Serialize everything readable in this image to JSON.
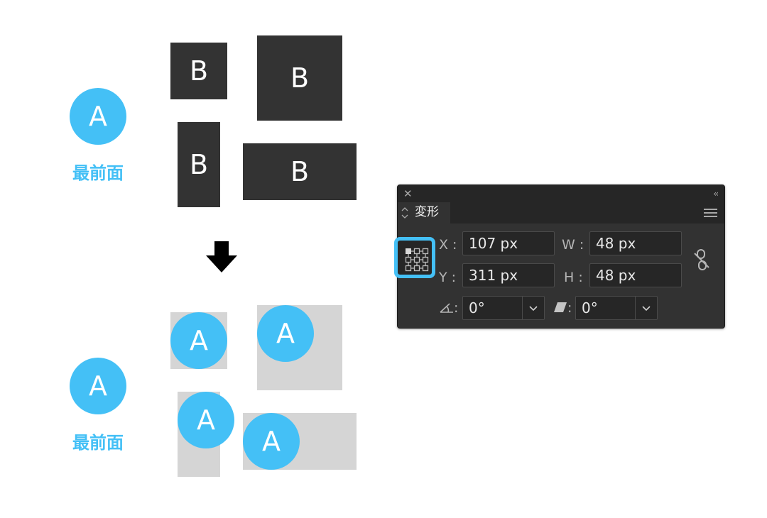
{
  "figure": {
    "circle_letter": "A",
    "box_letter": "B",
    "front_label": "最前面",
    "arrow_icon": "down-arrow-icon"
  },
  "panel": {
    "close_glyph": "✕",
    "collapse_glyph": "‹‹",
    "tab_title": "変形",
    "x_label": "X :",
    "x_value": "107 px",
    "y_label": "Y :",
    "y_value": "311 px",
    "w_label": "W :",
    "w_value": "48 px",
    "h_label": "H :",
    "h_value": "48 px",
    "rotate_value": "0°",
    "shear_value": "0°",
    "rotate_colon": ":",
    "shear_colon": ":"
  },
  "colors": {
    "accent": "#44c0f6",
    "box_dark": "#333333",
    "box_gray": "#d5d5d5",
    "panel_bg": "#323232"
  }
}
